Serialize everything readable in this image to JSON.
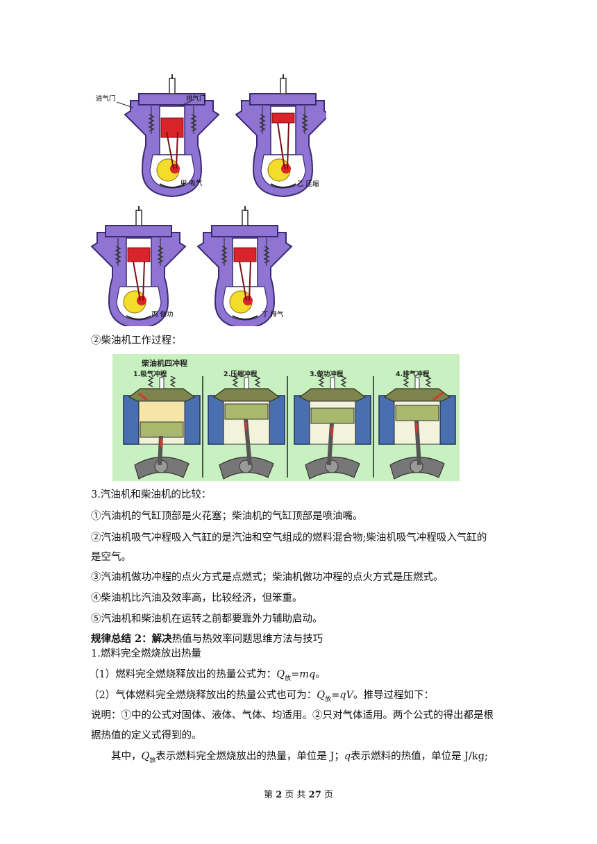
{
  "figure1": {
    "labels": {
      "intake_valve": "进气门",
      "exhaust_valve": "排气门",
      "jia": "甲 吸气",
      "yi": "乙 压缩",
      "bing": "丙 做功",
      "ding": "丁 排气"
    },
    "colors": {
      "body": "#8f74d4",
      "bodyDark": "#5d3fa8",
      "piston": "#d8242a",
      "crank": "#f3dc2a",
      "spring": "#333333"
    }
  },
  "diesel_heading": "②柴油机工作过程：",
  "figure2": {
    "title": "柴油机四冲程",
    "strokes": [
      "1.吸气冲程",
      "2.压缩冲程",
      "3.做功冲程",
      "4.排气冲程"
    ],
    "colors": {
      "background": "#c8f0c0",
      "cylinder": "#4a6fb0",
      "head": "#9fa86a",
      "piston": "#a9b86c",
      "arrow": "#d03b2e"
    }
  },
  "comparison": {
    "title": "3.汽油机和柴油机的比较：",
    "items": [
      "①汽油机的气缸顶部是火花塞；柴油机的气缸顶部是喷油嘴。",
      "②汽油机吸气冲程吸入气缸的是汽油和空气组成的燃料混合物;柴油机吸气冲程吸入气缸的",
      "是空气。",
      "③汽油机做功冲程的点火方式是点燃式；柴油机做功冲程的点火方式是压燃式。",
      "④柴油机比汽油及效率高，比较经济，但笨重。",
      "⑤汽油机和柴油机在运转之前都要靠外力辅助启动。"
    ]
  },
  "summary": {
    "bold_prefix": "规律总结 2：解决",
    "rest": "热值与热效率问题思维方法与技巧"
  },
  "section1_title": "1.燃料完全燃烧放出热量",
  "formula1": {
    "prefix": "（1）燃料完全燃烧释放出的热量公式为：",
    "Q": "Q",
    "sub": "放",
    "eq": "=mq",
    "end": "。"
  },
  "formula2": {
    "prefix": "（2）气体燃料完全燃烧释放出的热量公式也可为：",
    "Q": "Q",
    "sub": "放",
    "eq": "=qV",
    "end": "。推导过程如下："
  },
  "note": {
    "line1": "说明：①中的公式对固体、液体、气体、均适用。②只对气体适用。两个公式的得出都是根",
    "line2": "据热值的定义式得到的。"
  },
  "explain": {
    "a": "其中，",
    "Q": "Q",
    "sub": "放",
    "b": "表示燃料完全燃烧放出的热量，单位是 J；",
    "q": "q",
    "c": "表示燃料的热值，单位是 J/kg;"
  },
  "footer": {
    "a": "第 ",
    "page": "2",
    "b": " 页  共 ",
    "total": "27",
    "c": " 页"
  }
}
